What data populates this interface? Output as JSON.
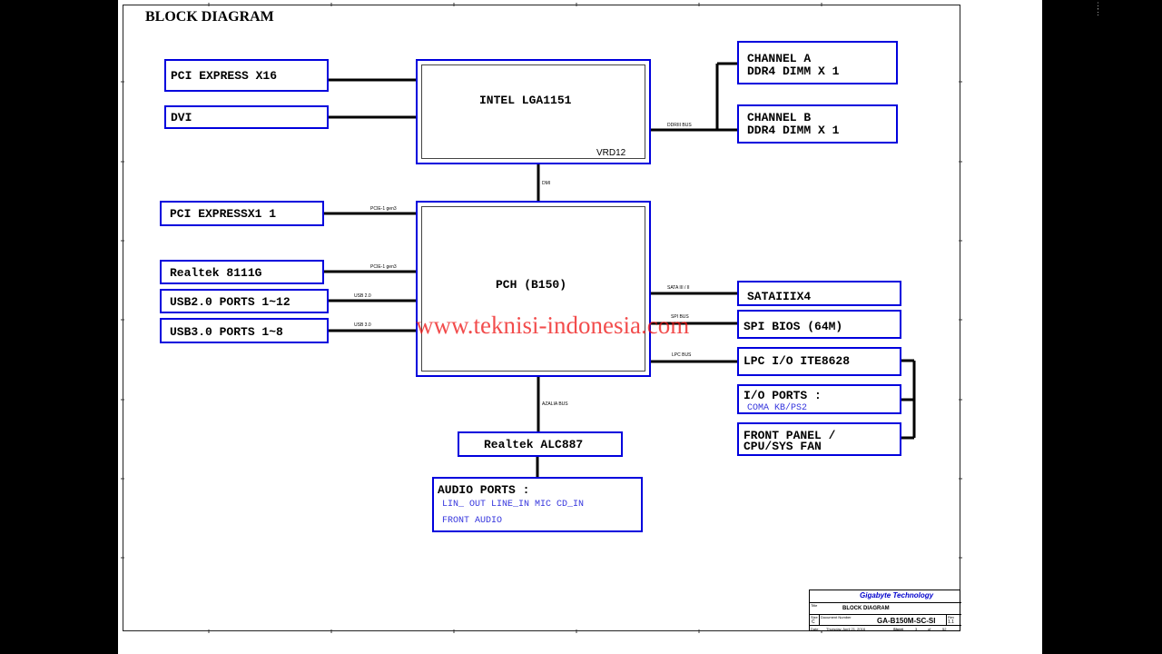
{
  "diagram": {
    "title": "BLOCK DIAGRAM",
    "cpu": {
      "label": "INTEL LGA1151",
      "vrd": "VRD12"
    },
    "pch": {
      "label": "PCH (B150)"
    },
    "left_blocks": {
      "pcie_x16": "PCI EXPRESS X16",
      "dvi": "DVI",
      "pcie_x1": "PCI EXPRESSX1 1",
      "realtek_lan": "Realtek 8111G",
      "usb2": "USB2.0 PORTS 1~12",
      "usb3": "USB3.0 PORTS 1~8"
    },
    "memory": {
      "channel_a_line1": "CHANNEL A",
      "channel_a_line2": "DDR4 DIMM X 1",
      "channel_b_line1": "CHANNEL B",
      "channel_b_line2": "DDR4 DIMM X 1"
    },
    "right_blocks": {
      "sata": "SATAIIIX4",
      "spi_bios": "SPI BIOS (64M)",
      "lpc_io": "LPC I/O ITE8628",
      "io_ports_title": "I/O PORTS :",
      "io_ports_sub": "COMA  KB/PS2",
      "front_panel_line1": "FRONT PANEL /",
      "front_panel_line2": "CPU/SYS FAN"
    },
    "audio": {
      "codec": "Realtek ALC887",
      "ports_title": "AUDIO PORTS :",
      "ports_line1": "LIN_ OUT   LINE_IN   MIC  CD_IN",
      "ports_line2": "FRONT AUDIO"
    },
    "bus_labels": {
      "ddr": "DDRIII BUS",
      "dmi": "DMI",
      "pcie1_a": "PCIE-1 gen3",
      "pcie1_b": "PCIE-1 gen3",
      "usb2": "USB 2.0",
      "usb3": "USB 3.0",
      "sata": "SATA III / II",
      "spi": "SPI BUS",
      "lpc": "LPC BUS",
      "azalia": "AZALIA BUS"
    },
    "watermark": "www.teknisi-indonesia.com"
  },
  "title_block": {
    "company": "Gigabyte Technology",
    "title_label": "Title",
    "title_value": "BLOCK DIAGRAM",
    "size_label": "Size",
    "size_value": "C",
    "docnum_label": "Document Number",
    "docnum_value": "GA-B150M-SC-SI",
    "rev_label": "Rev",
    "rev_value": "1.1",
    "date_label": "Date:",
    "date_value": "Thursday, April 21, 2016",
    "sheet_label": "Sheet",
    "sheet_value": "3",
    "of_label": "of",
    "of_value": "52"
  },
  "colors": {
    "block_border": "#0000dd",
    "watermark": "#ee1111",
    "sublabel": "#3333dd"
  }
}
